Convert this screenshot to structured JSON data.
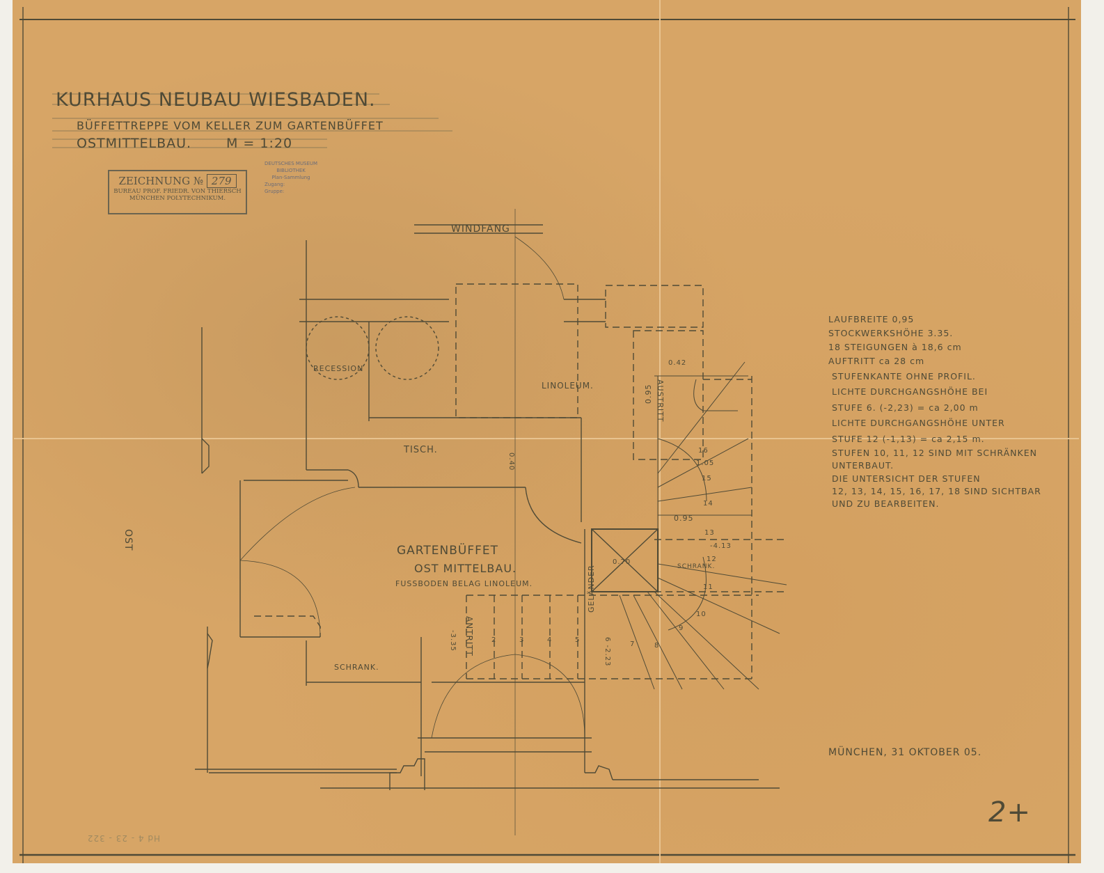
{
  "title": {
    "line1": "KURHAUS NEUBAU WIESBADEN.",
    "line2": "BÜFFETTREPPE VOM KELLER ZUM GARTENBÜFFET",
    "line3": "OSTMITTELBAU.",
    "scale": "M = 1:20"
  },
  "stamp": {
    "label": "ZEICHNUNG №",
    "number": "279",
    "office": "BUREAU PROF. FRIEDR. VON THIERSCH",
    "place": "MÜNCHEN POLYTECHNIKUM."
  },
  "museum_stamp": {
    "line1": "DEUTSCHES MUSEUM",
    "line2": "BIBLIOTHEK",
    "line3": "Plan-Sammlung",
    "zugang": "Zugang:",
    "gruppe": "Gruppe:"
  },
  "plan_labels": {
    "windfang": "WINDFANG",
    "recession": "RECESSION",
    "tisch": "TISCH.",
    "linoleum": "LINOLEUM.",
    "gartenbuffet": "GARTENBÜFFET",
    "ost_mittelbau": "OST MITTELBAU.",
    "fussboden": "FUSSBODEN BELAG LINOLEUM.",
    "schrank_left": "SCHRANK.",
    "schrank_right": "SCHRANK.",
    "antritt": "ANTRITT",
    "antritt_level": "-3.35",
    "gelaender": "GELÄNDER",
    "stufe6_level": "6 -2.23",
    "austritt": "AUSTRITT",
    "ost": "OST",
    "dim_042": "0.42",
    "dim_095_side": "0.95",
    "dim_105": "1.05",
    "dim_095": "0.95",
    "dim_040": "0.40",
    "dim_070": "0.70",
    "level_413": "-4.13",
    "step_numbers": [
      "2",
      "3",
      "4",
      "5",
      "7",
      "8",
      "9",
      "10",
      "11",
      "12",
      "13",
      "14",
      "15",
      "16"
    ]
  },
  "notes": [
    "LAUFBREITE 0,95",
    "STOCKWERKSHÖHE 3.35.",
    "18 STEIGUNGEN à 18,6 cm",
    "AUFTRITT ca 28 cm",
    "STUFENKANTE OHNE PROFIL.",
    "LICHTE DURCHGANGSHÖHE BEI",
    "STUFE 6. (-2,23) = ca 2,00 m",
    "LICHTE DURCHGANGSHÖHE UNTER",
    "STUFE 12 (-1,13) = ca 2,15 m.",
    "STUFEN 10, 11, 12 SIND MIT SCHRÄNKEN",
    "UNTERBAUT.",
    "DIE UNTERSICHT DER STUFEN",
    "12, 13, 14, 15, 16, 17, 18 SIND SICHTBAR",
    "UND ZU BEARBEITEN."
  ],
  "date": "MÜNCHEN, 31 OKTOBER 05.",
  "corner_mark": "2+",
  "archive_number": "Hd 4 - 23 - 322",
  "colors": {
    "paper": "#d7a566",
    "pencil": "#4f4a36"
  }
}
